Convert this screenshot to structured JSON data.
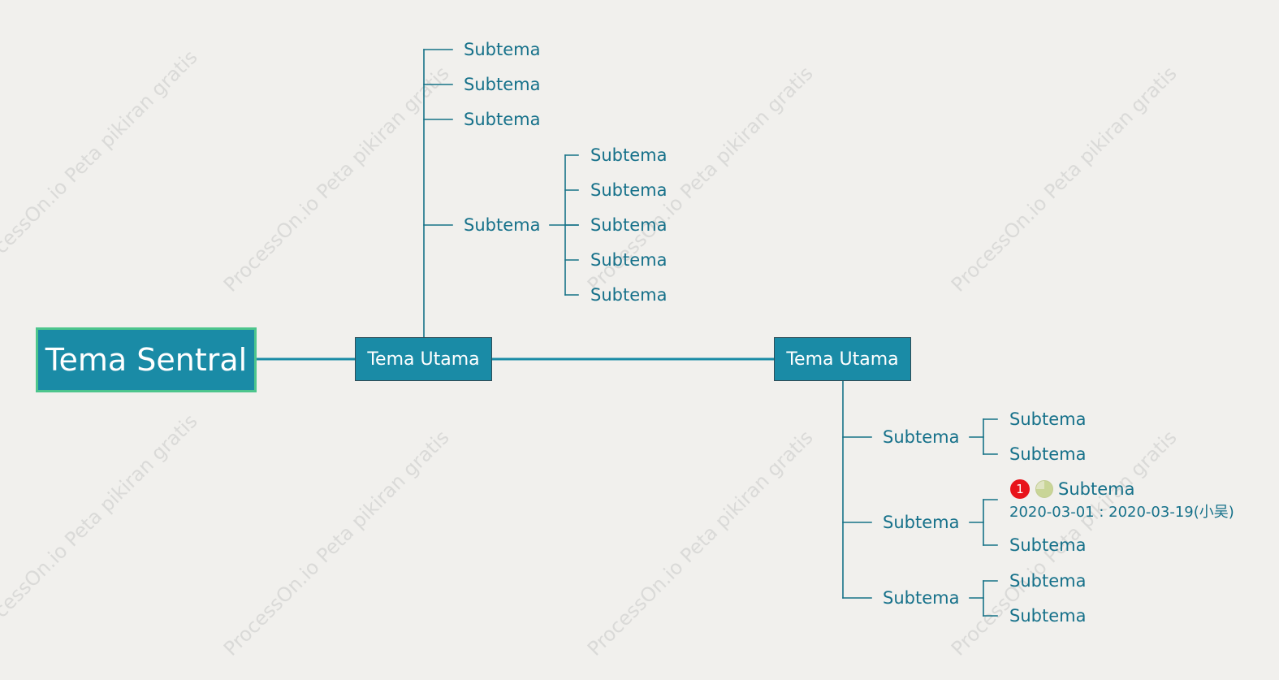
{
  "central": {
    "label": "Tema Sentral"
  },
  "main_topics": [
    {
      "label": "Tema Utama"
    },
    {
      "label": "Tema Utama"
    }
  ],
  "watermark": "ProcessOn.io Peta pikiran gratis",
  "branch1": {
    "subtopics": [
      "Subtema",
      "Subtema",
      "Subtema",
      "Subtema"
    ],
    "subsub": [
      "Subtema",
      "Subtema",
      "Subtema",
      "Subtema",
      "Subtema"
    ]
  },
  "branch2": {
    "subtopics": [
      "Subtema",
      "Subtema",
      "Subtema"
    ],
    "group1": [
      "Subtema",
      "Subtema"
    ],
    "group2": {
      "priority": "1",
      "task_label": "Subtema",
      "date_range": "2020-03-01 : 2020-03-19(小吴)",
      "second": "Subtema"
    },
    "group3": [
      "Subtema",
      "Subtema"
    ]
  },
  "colors": {
    "line": "#167287",
    "main_line": "#1a8ba6",
    "topic_fill": "#1a8ba6",
    "central_border": "#4dc58d",
    "text": "#16718a",
    "priority": "#e8141b",
    "progress": "#c9d597"
  },
  "icons": {
    "priority": "priority-1-icon",
    "progress": "progress-pie-icon"
  }
}
